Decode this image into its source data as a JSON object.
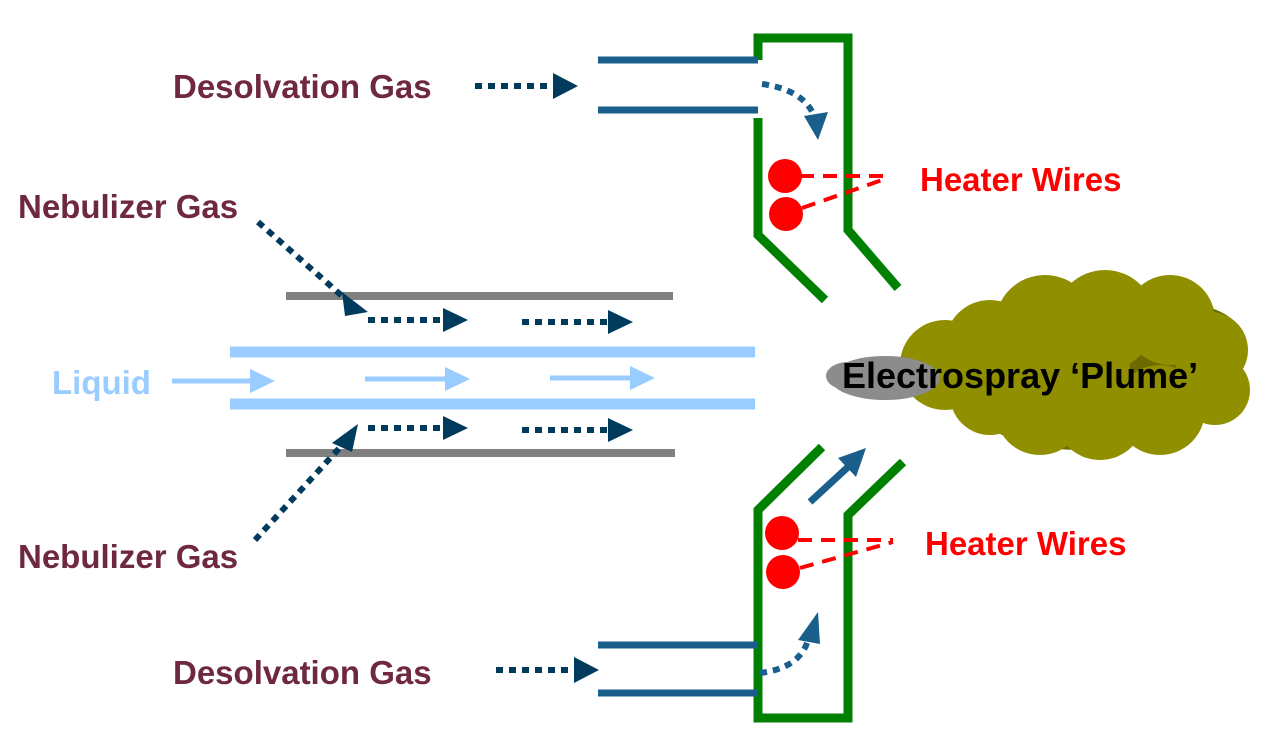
{
  "labels": {
    "desolvation_gas_top": "Desolvation Gas",
    "desolvation_gas_bottom": "Desolvation Gas",
    "nebulizer_gas_top": "Nebulizer Gas",
    "nebulizer_gas_bottom": "Nebulizer Gas",
    "liquid": "Liquid",
    "heater_wires_top": "Heater Wires",
    "heater_wires_bottom": "Heater Wires",
    "plume": "Electrospray ‘Plume’"
  },
  "colors": {
    "gas_label": "#6e2840",
    "liquid": "#99ccff",
    "heater": "#ff0000",
    "housing": "#008000",
    "gas_tube": "#1a5e8c",
    "gas_arrow": "#003a5c",
    "nebulizer_tube": "#808080",
    "plume": "#8f8f00",
    "plume_dark": "#6b6b00",
    "plume_grey": "#8c8c8c"
  }
}
